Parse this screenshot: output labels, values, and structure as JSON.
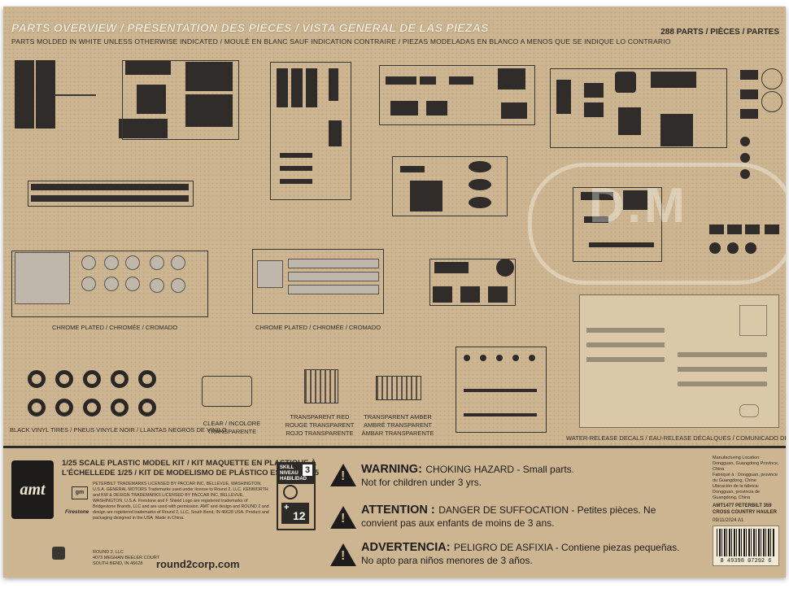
{
  "header": {
    "title": "PARTS OVERVIEW / PRÉSENTATION DES PIÈCES / VISTA GENERAL DE LAS PIEZAS",
    "subtitle": "PARTS MOLDED IN WHITE UNLESS OTHERWISE INDICATED / MOULÉ EN BLANC SAUF INDICATION CONTRAIRE / PIEZAS MODELADAS EN BLANCO A MENOS QUE SE INDIQUE LO CONTRARIO",
    "count": "288 PARTS / PIÈCES / PARTES"
  },
  "captions": {
    "chrome1": "CHROME PLATED / CHROMÉE / CROMADO",
    "chrome2": "CHROME PLATED / CHROMÉE / CROMADO",
    "tires": "BLACK VINYL TIRES / PNEUS VINYLE NOIR / LLANTAS NEGROS DE VINILO",
    "clear": "CLEAR / INCOLORE\nTRANSPARENTE",
    "red": "TRANSPARENT RED\nROUGE TRANSPARENT\nROJO TRANSPARENTE",
    "amber": "TRANSPARENT AMBER\nAMBRÉ TRANSPARENT\nÁMBAR TRANSPARENTE",
    "decals": "WATER-RELEASE DECALS / EAU-RELEASE DÉCALQUES / COMUNICADO DE AGUA CALCOMANÍAS"
  },
  "watermark": "D.M",
  "kit": {
    "logo": "amt",
    "title_line1": "1/25 SCALE PLASTIC MODEL KIT / KIT MAQUETTE EN PLASTIQUE À",
    "title_line2": "L'ÉCHELLEDE 1/25 / KIT DE MODELISMO DE PLÁSTICO ESCALA 1/25",
    "legal": "PETERBILT TRADEMARKS LICENSED BY PACCAR INC, BELLEVUE, WASHINGTON, U.S.A. GENERAL MOTORS Trademarks used under license to Round 2, LLC. KENWORTH and KW & DESIGN TRADEMARKS LICENSED BY PACCAR INC, BELLEVUE, WASHINGTON, U.S.A. Firestone and F Shield Logo are registered trademarks of Bridgestone Brands, LLC and are used with permission. AMT and design and ROUND 2 and design are registered trademarks of Round 2, LLC, South Bend, IN 46628 USA. Product and packaging designed in the USA. Made in China.",
    "skill_label": "SKILL NIVEAU HABILIDAD",
    "skill_level": "3",
    "age": "12",
    "age_plus": "+",
    "url": "round2corp.com",
    "company": "ROUND 2, LLC\n4073 MEGHAN BEELER COURT\nSOUTH BEND, IN 46628",
    "badge": "gm",
    "firestone": "Firestone"
  },
  "warnings": [
    {
      "head": "WARNING:",
      "text": "CHOKING HAZARD - Small parts.",
      "line2": "Not for children under 3 yrs."
    },
    {
      "head": "ATTENTION :",
      "text": "DANGER DE SUFFOCATION - Petites pièces. Ne",
      "line2": "convient pas aux enfants de moins de 3 ans."
    },
    {
      "head": "ADVERTENCIA:",
      "text": "PELIGRO DE ASFIXIA - Contiene piezas pequeñas.",
      "line2": "No apto para niños menores de 3 años."
    }
  ],
  "right_info": {
    "manufacture": "Manufacturing Location: Dongguan, Guangdong Province, China\nFabriqué à : Dongguan, province du Guangdong, Chine\nUbicación de la fábrica: Dongguan, provincia de Guangdong, China",
    "product": "AMT1477 PETERBILT 359\nCROSS COUNTRY HAULER",
    "date": "09/11/2024 A1",
    "barcode": "8 49398 07292 6"
  }
}
